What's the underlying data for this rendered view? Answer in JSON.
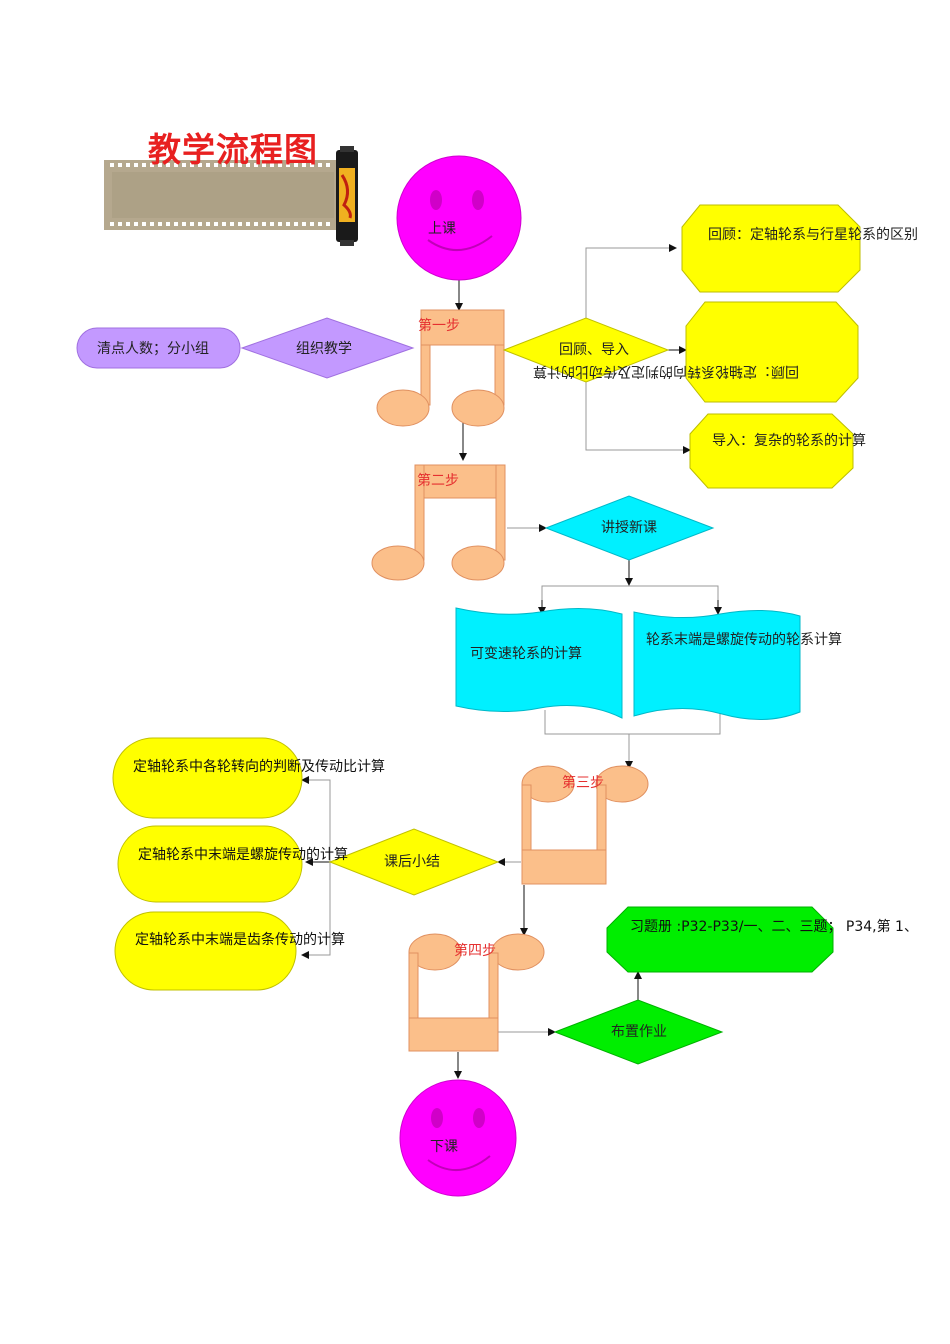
{
  "title": "教学流程图",
  "start": "上课",
  "end": "下课",
  "steps": {
    "step1": "第一步",
    "step2": "第二步",
    "step3": "第三步",
    "step4": "第四步"
  },
  "organize": {
    "diamond": "组织教学",
    "roster": "清点人数；分小组"
  },
  "review": {
    "diamond": "回顾、导入",
    "item1": "回顾：定轴轮系与行星轮系的区别",
    "item2": "回顾：定轴轮系转向的判定及传动比的计算",
    "item3": "导入：复杂的轮系的计算"
  },
  "teach": {
    "diamond": "讲授新课",
    "doc1": "可变速轮系的计算",
    "doc2": "轮系末端是螺旋传动的轮系计算"
  },
  "summary": {
    "diamond": "课后小结",
    "item1": "定轴轮系中各轮转向的判断及传动比计算",
    "item2": "定轴轮系中末端是螺旋传动的计算",
    "item3": "定轴轮系中末端是齿条传动的计算"
  },
  "homework": {
    "diamond": "布置作业",
    "detail": "习题册 :P32-P33/一、二、三题； P34,第 1、"
  },
  "colors": {
    "title": "#e82020",
    "smiley": "#ff00ff",
    "note": "#fbbf8a",
    "lavender": "#c399ff",
    "yellow": "#ffff00",
    "cyan": "#00f0ff",
    "green": "#00ee00",
    "step_text": "#e53030",
    "connector": "#999999"
  }
}
